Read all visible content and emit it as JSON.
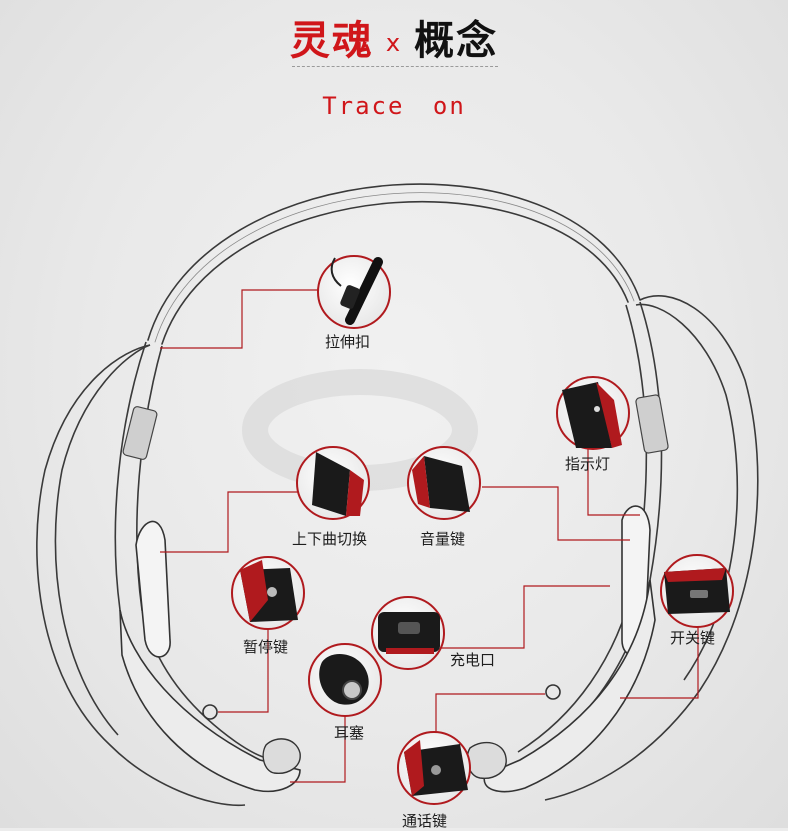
{
  "header": {
    "title_part1": "灵魂",
    "title_separator": "x",
    "title_part2": "概念",
    "subtitle": "Trace on"
  },
  "callouts": [
    {
      "key": "lanyard-clip",
      "label": "拉伸扣"
    },
    {
      "key": "indicator-light",
      "label": "指示灯"
    },
    {
      "key": "track-switch",
      "label": "上下曲切换"
    },
    {
      "key": "volume-key",
      "label": "音量键"
    },
    {
      "key": "pause-key",
      "label": "暂停键"
    },
    {
      "key": "charging-port",
      "label": "充电口"
    },
    {
      "key": "power-key",
      "label": "开关键"
    },
    {
      "key": "earbud",
      "label": "耳塞"
    },
    {
      "key": "call-key",
      "label": "通话键"
    }
  ],
  "colors": {
    "accent": "#d0161a",
    "leader_line": "#b01a1e",
    "ink": "#1e1e1e",
    "background": "#ececec"
  },
  "icons": [
    "headset-sketch",
    "zoom-circle"
  ]
}
